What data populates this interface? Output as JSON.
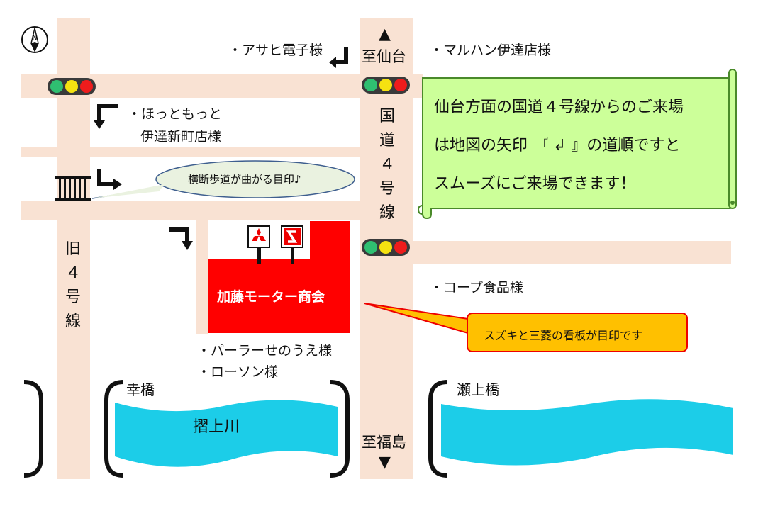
{
  "places": {
    "asahi": "・アサヒ電子様",
    "maruhan": "・マルハン伊達店様",
    "hotmotto_line1": "・ほっともっと",
    "hotmotto_line2": "伊達新町店様",
    "coop": "・コープ食品様",
    "parlor": "・パーラーせのうえ様",
    "lawson": "・ローソン様",
    "shop": "加藤モーター商会"
  },
  "directions": {
    "to_sendai": "至仙台",
    "to_fukushima": "至福島"
  },
  "roads": {
    "route4": [
      "国",
      "道",
      "４",
      "号",
      "線"
    ],
    "old4": [
      "旧",
      "４",
      "号",
      "線"
    ]
  },
  "bridges": {
    "saiwai": "幸橋",
    "senoue": "瀬上橋"
  },
  "river": {
    "name": "摺上川",
    "color": "#1ccde8"
  },
  "callouts": {
    "crosswalk": "横断歩道が曲がる目印♪",
    "signboard": "スズキと三菱の看板が目印です",
    "scroll_lines": [
      "仙台方面の国道４号線からのご来場",
      "は地図の矢印 『 ↲ 』の道順ですと",
      "スムーズにご来場できます！"
    ]
  },
  "icons": {
    "compass": "compass-icon",
    "crosswalk": "crosswalk-icon",
    "mitsubishi": "mitsubishi-logo-icon",
    "suzuki": "suzuki-logo-icon"
  },
  "colors": {
    "road": "#f9e2d3",
    "shop": "#ff0000",
    "scroll": "#ccff99",
    "bubble_orange": "#ffc000",
    "bubble_green": "#eaf2e0"
  }
}
